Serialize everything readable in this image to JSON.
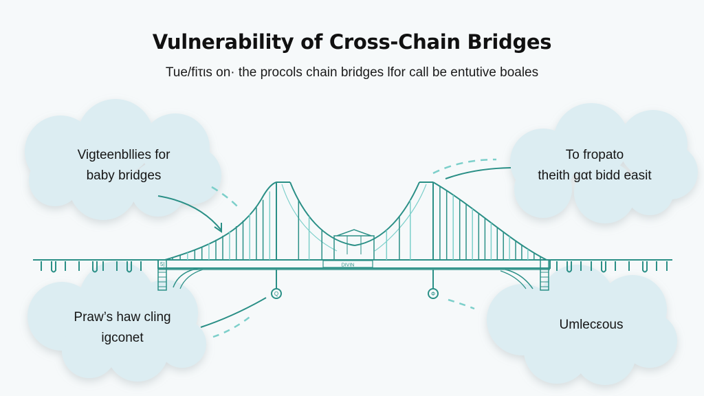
{
  "header": {
    "title": "Vulnerability of Cross-Chain Bridges",
    "subtitle": "Tue/fiτιs on· the procols chain bridges lfor call be entutive boales"
  },
  "clouds": [
    {
      "id": "top-left",
      "lines": [
        "Vigteenbllies for",
        "baby bridges"
      ]
    },
    {
      "id": "top-right",
      "lines": [
        "To fropato",
        "theith gαt bidd easit"
      ]
    },
    {
      "id": "bottom-left",
      "lines": [
        "Praw’s haw cling",
        "igconet"
      ]
    },
    {
      "id": "bottom-right",
      "lines": [
        "Umlecεous"
      ]
    }
  ],
  "bridge": {
    "deck_label": "DIVIN",
    "left_abutment_label": "5|",
    "left_anchor_glyph": "Q",
    "right_anchor_glyph": "Ф"
  },
  "colors": {
    "stroke": "#2a8f86",
    "stroke_light": "#7ccfca",
    "cloud_fill": "#dcedf2",
    "background": "#f6f9fa"
  }
}
